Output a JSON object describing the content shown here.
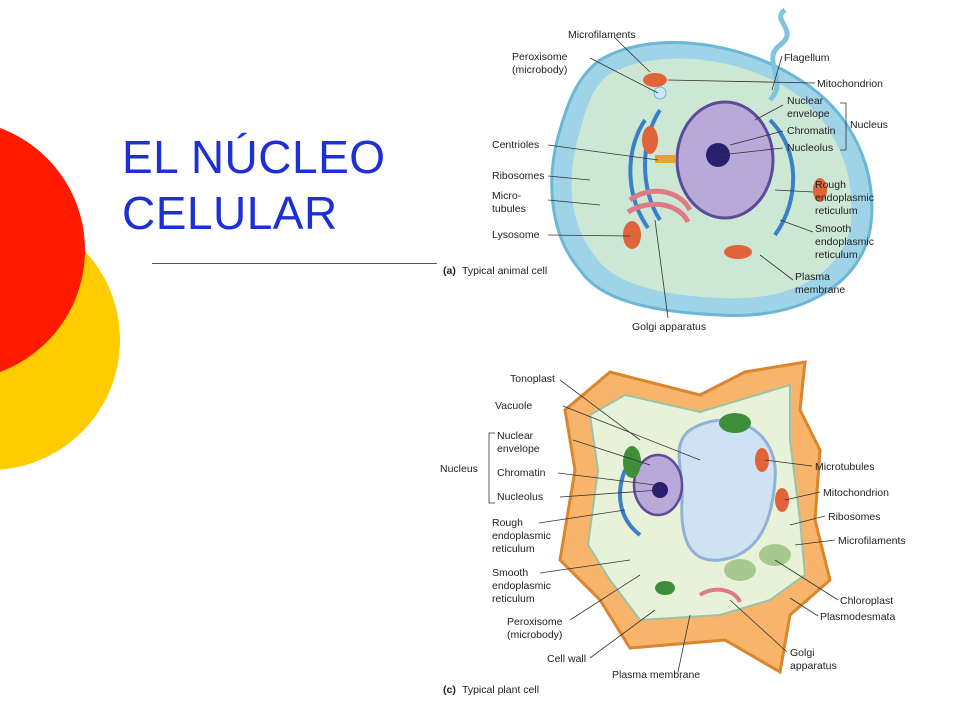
{
  "slide": {
    "title_line1": "EL NÚCLEO",
    "title_line2": "CELULAR",
    "colors": {
      "title": "#1d2fd6",
      "red_circle": "#ff1a00",
      "yellow_circle": "#ffcc00"
    }
  },
  "animal_cell": {
    "caption_tag": "(a)",
    "caption_text": "Typical animal cell",
    "labels": {
      "microfilaments": "Microfilaments",
      "peroxisome_1": "Peroxisome",
      "peroxisome_2": "(microbody)",
      "flagellum": "Flagellum",
      "mitochondrion": "Mitochondrion",
      "nuclear_envelope_1": "Nuclear",
      "nuclear_envelope_2": "envelope",
      "chromatin": "Chromatin",
      "nucleolus": "Nucleolus",
      "nucleus": "Nucleus",
      "centrioles": "Centrioles",
      "ribosomes": "Ribosomes",
      "microtubules_1": "Micro-",
      "microtubules_2": "tubules",
      "lysosome": "Lysosome",
      "rough_er_1": "Rough",
      "rough_er_2": "endoplasmic",
      "rough_er_3": "reticulum",
      "smooth_er_1": "Smooth",
      "smooth_er_2": "endoplasmic",
      "smooth_er_3": "reticulum",
      "plasma_membrane_1": "Plasma",
      "plasma_membrane_2": "membrane",
      "golgi": "Golgi apparatus"
    }
  },
  "plant_cell": {
    "caption_tag": "(c)",
    "caption_text": "Typical plant cell",
    "labels": {
      "tonoplast": "Tonoplast",
      "vacuole": "Vacuole",
      "nuclear_envelope_1": "Nuclear",
      "nuclear_envelope_2": "envelope",
      "nucleus": "Nucleus",
      "chromatin": "Chromatin",
      "nucleolus": "Nucleolus",
      "rough_er_1": "Rough",
      "rough_er_2": "endoplasmic",
      "rough_er_3": "reticulum",
      "smooth_er_1": "Smooth",
      "smooth_er_2": "endoplasmic",
      "smooth_er_3": "reticulum",
      "peroxisome_1": "Peroxisome",
      "peroxisome_2": "(microbody)",
      "cell_wall": "Cell wall",
      "plasma_membrane": "Plasma membrane",
      "microtubules": "Microtubules",
      "mitochondrion": "Mitochondrion",
      "ribosomes": "Ribosomes",
      "microfilaments": "Microfilaments",
      "chloroplast": "Chloroplast",
      "plasmodesmata": "Plasmodesmata",
      "golgi_1": "Golgi",
      "golgi_2": "apparatus"
    }
  }
}
